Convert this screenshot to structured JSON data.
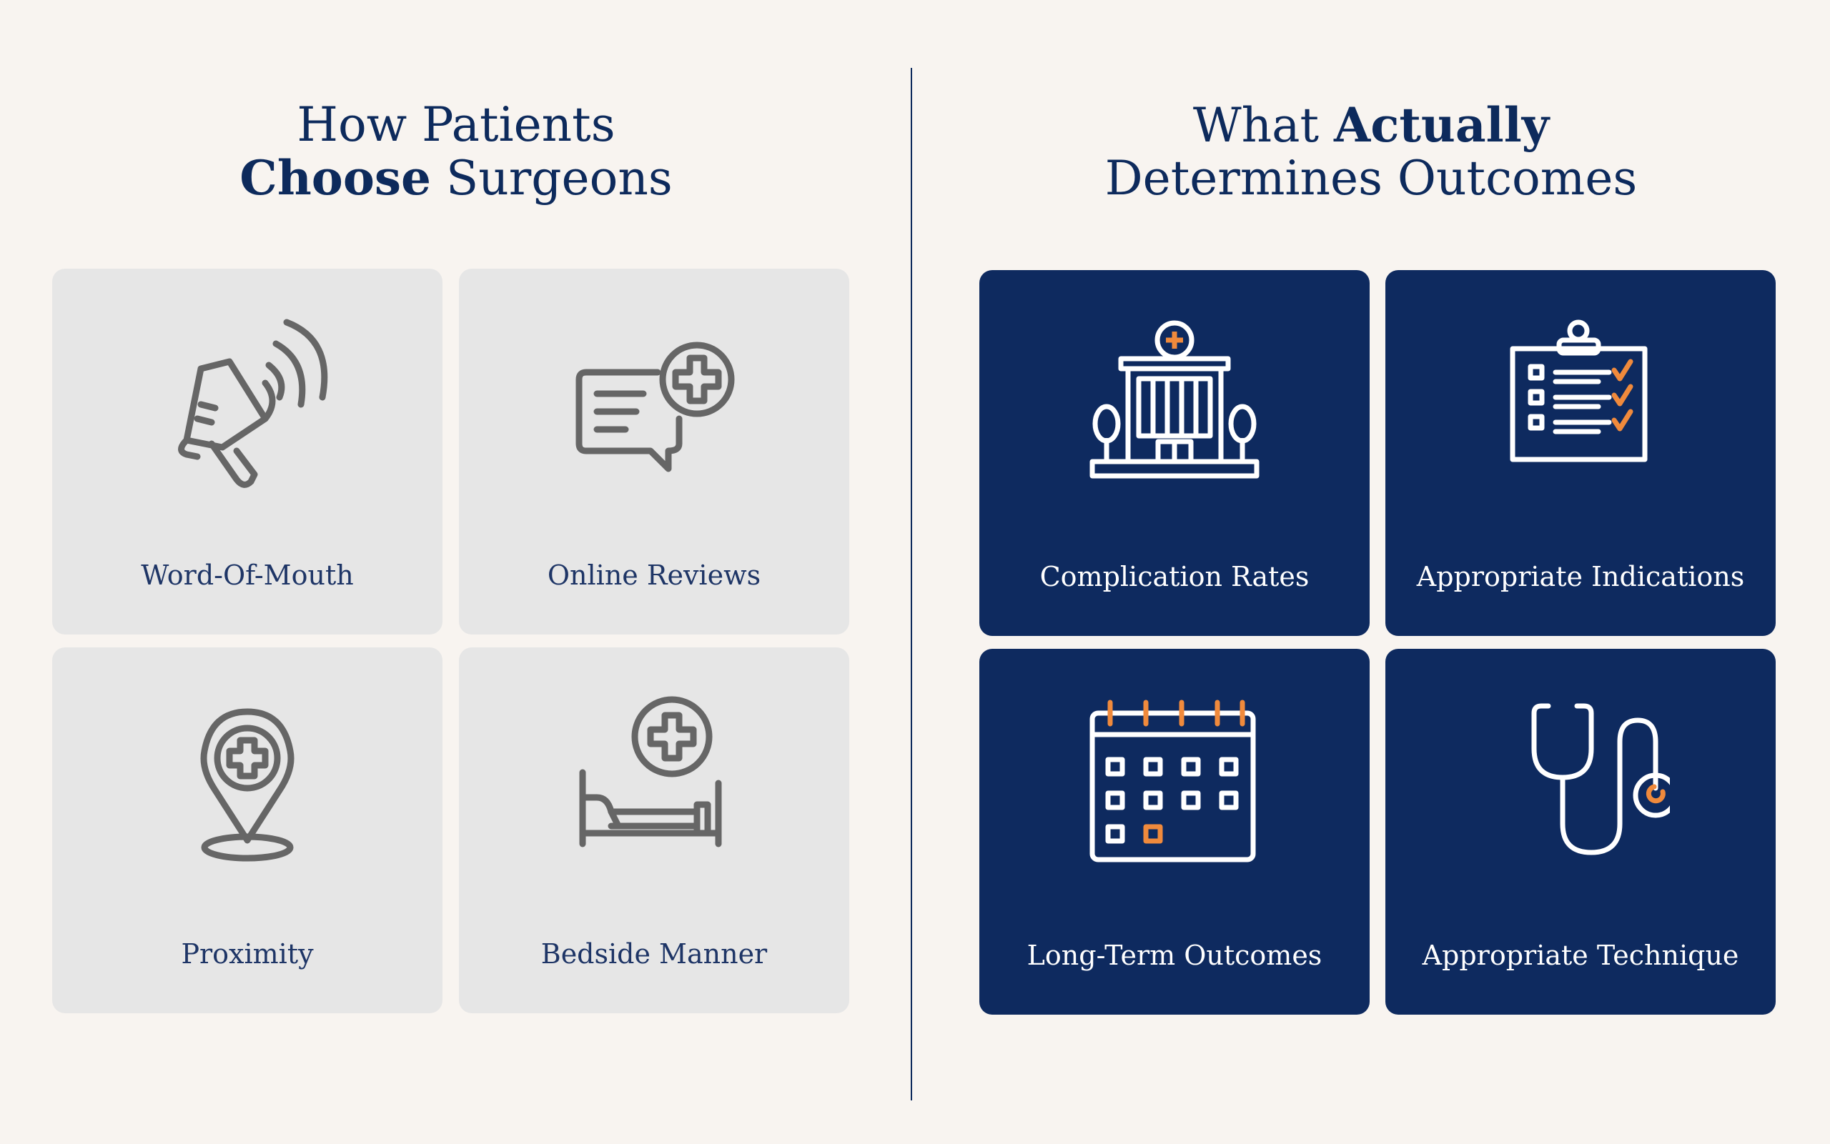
{
  "left": {
    "title_line1": "How Patients",
    "title_bold": "Choose",
    "title_line2_rest": "Surgeons",
    "tiles": [
      {
        "label": "Word-Of-Mouth",
        "icon": "megaphone-icon"
      },
      {
        "label": "Online Reviews",
        "icon": "chat-medical-icon"
      },
      {
        "label": "Proximity",
        "icon": "location-pin-medical-icon"
      },
      {
        "label": "Bedside Manner",
        "icon": "hospital-bed-icon"
      }
    ]
  },
  "right": {
    "title_line1_pre": "What",
    "title_bold": "Actually",
    "title_line2": "Determines Outcomes",
    "tiles": [
      {
        "label": "Complication Rates",
        "icon": "hospital-building-icon"
      },
      {
        "label": "Appropriate Indications",
        "icon": "clipboard-checklist-icon"
      },
      {
        "label": "Long-Term Outcomes",
        "icon": "calendar-icon"
      },
      {
        "label": "Appropriate Technique",
        "icon": "stethoscope-icon"
      }
    ]
  },
  "colors": {
    "background": "#f8f4f0",
    "navy": "#0e2a5f",
    "light_tile": "#e6e6e6",
    "icon_gray": "#666666",
    "accent_orange": "#f08a3c"
  }
}
